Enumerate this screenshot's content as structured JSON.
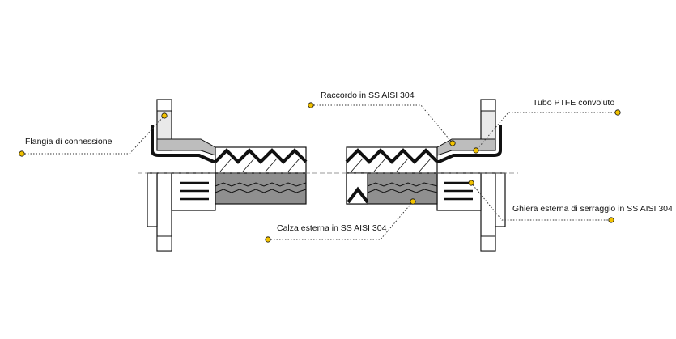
{
  "labels": {
    "flange": "Flangia di connessione",
    "fitting": "Raccordo in SS AISI 304",
    "ptfe_tube": "Tubo PTFE convoluto",
    "braid": "Calza esterna in SS AISI 304",
    "ferrule": "Ghiera esterna di serraggio in SS AISI 304"
  },
  "colors": {
    "outline": "#111111",
    "metal_light": "#e9e9e9",
    "metal_mid": "#bdbdbd",
    "braid": "#8f8f8f",
    "ptfe": "#3a3a3a",
    "callout_dot": "#f2c200",
    "leader": "#333333"
  }
}
